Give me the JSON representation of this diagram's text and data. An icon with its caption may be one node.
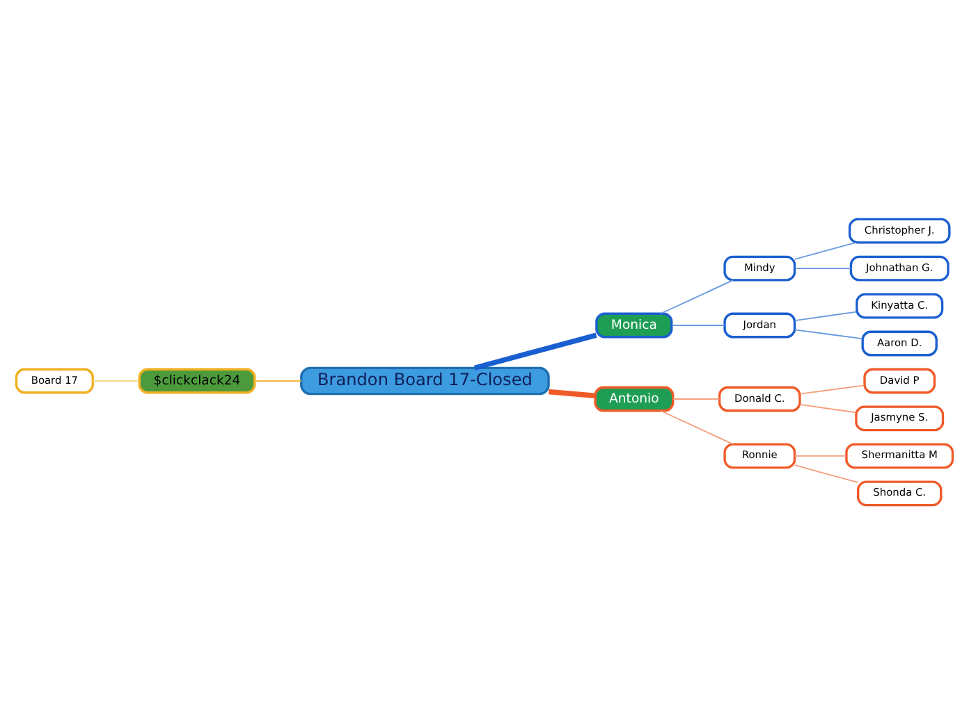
{
  "diagram": {
    "nodes": [
      {
        "text": [
          "Brandon Board 17-Closed"
        ]
      },
      {
        "text": [
          "Monica"
        ]
      },
      {
        "text": [
          "Mindy"
        ]
      },
      {
        "text": [
          "Christopher J."
        ]
      },
      {
        "text": [
          "Johnathan G."
        ]
      },
      {
        "text": [
          "Jordan"
        ]
      },
      {
        "text": [
          "Kinyatta C."
        ]
      },
      {
        "text": [
          "Aaron D."
        ]
      },
      {
        "text": [
          "Antonio"
        ]
      },
      {
        "text": [
          "Donald C."
        ]
      },
      {
        "text": [
          "David P"
        ]
      },
      {
        "text": [
          "Jasmyne S."
        ]
      },
      {
        "text": [
          "Ronnie"
        ]
      },
      {
        "text": [
          "Shermanitta M"
        ]
      },
      {
        "text": [
          "Shonda C."
        ]
      },
      {
        "text": [
          "$clickclack24"
        ]
      },
      {
        "text": [
          "Board 17"
        ]
      }
    ],
    "edges": [
      {
        "from": 0,
        "to": 1,
        "arrow": "none",
        "style": "thick",
        "color": "#1a5fd0"
      },
      {
        "from": 1,
        "to": 2,
        "arrow": "none",
        "color": "#6a9be0"
      },
      {
        "from": 2,
        "to": 3,
        "arrow": "none",
        "color": "#6a9be0"
      },
      {
        "from": 2,
        "to": 4,
        "arrow": "none",
        "color": "#6a9be0"
      },
      {
        "from": 1,
        "to": 5,
        "arrow": "none",
        "color": "#6a9be0"
      },
      {
        "from": 5,
        "to": 6,
        "arrow": "none",
        "color": "#6a9be0"
      },
      {
        "from": 5,
        "to": 7,
        "arrow": "none",
        "color": "#6a9be0"
      },
      {
        "from": 0,
        "to": 8,
        "arrow": "none",
        "style": "thick",
        "color": "#f05a28"
      },
      {
        "from": 8,
        "to": 9,
        "arrow": "none",
        "color": "#f5a080"
      },
      {
        "from": 9,
        "to": 10,
        "arrow": "none",
        "color": "#f5a080"
      },
      {
        "from": 9,
        "to": 11,
        "arrow": "none",
        "color": "#f5a080"
      },
      {
        "from": 8,
        "to": 12,
        "arrow": "none",
        "color": "#f5a080"
      },
      {
        "from": 12,
        "to": 13,
        "arrow": "none",
        "color": "#f5a080"
      },
      {
        "from": 12,
        "to": 14,
        "arrow": "none",
        "color": "#f5a080"
      },
      {
        "from": 16,
        "to": 15,
        "arrow": "none",
        "color": "#f5d98a"
      },
      {
        "from": 15,
        "to": 0,
        "arrow": "none",
        "color": "#f0b840"
      }
    ]
  }
}
